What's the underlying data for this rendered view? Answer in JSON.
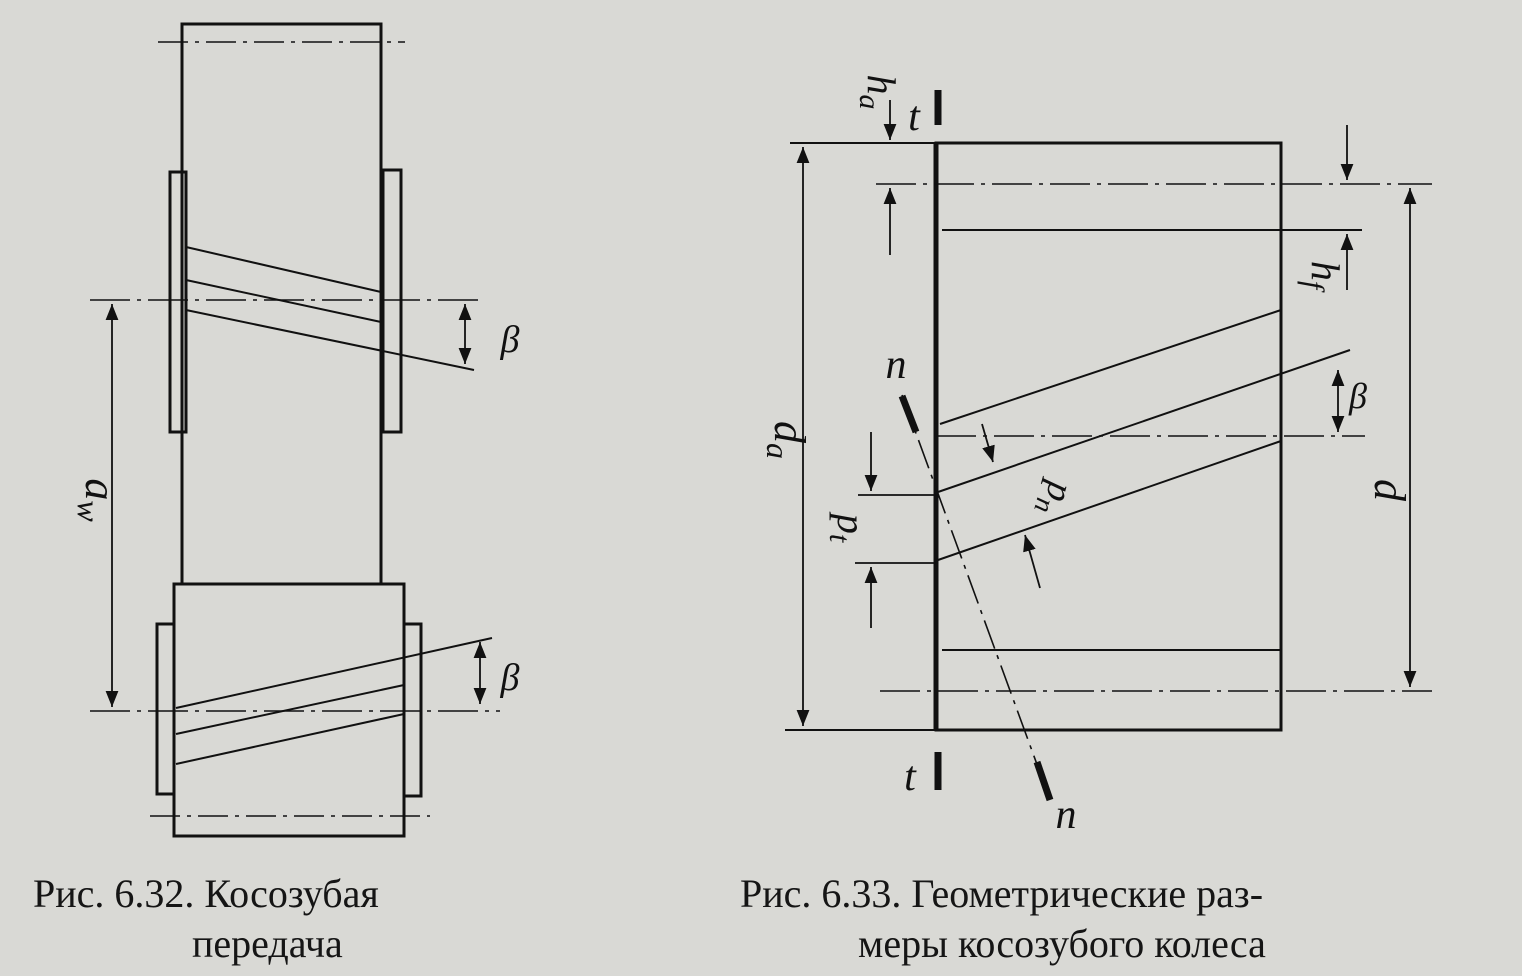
{
  "figures": [
    {
      "id": "fig-6-32",
      "caption_line1": "Рис. 6.32.  Косозубая",
      "caption_line2": "передача",
      "labels": {
        "center_distance": "a",
        "center_distance_sub": "w",
        "helix_angle_top": "β",
        "helix_angle_bottom": "β"
      }
    },
    {
      "id": "fig-6-33",
      "caption_line1": "Рис. 6.33.  Геометрические раз-",
      "caption_line2": "меры  косозубого  колеса",
      "labels": {
        "addendum": "h",
        "addendum_sub": "a",
        "dedendum": "h",
        "dedendum_sub": "f",
        "tip_diameter": "d",
        "tip_diameter_sub": "a",
        "pitch_diameter": "d",
        "transverse_pitch": "p",
        "transverse_pitch_sub": "t",
        "normal_pitch": "p",
        "normal_pitch_sub": "n",
        "helix_angle": "β",
        "section_t_top": "t",
        "section_t_bottom": "t",
        "normal_n_top": "n",
        "normal_n_bottom": "n"
      }
    }
  ],
  "colors": {
    "ink": "#111111",
    "paper": "#d9d9d5"
  }
}
